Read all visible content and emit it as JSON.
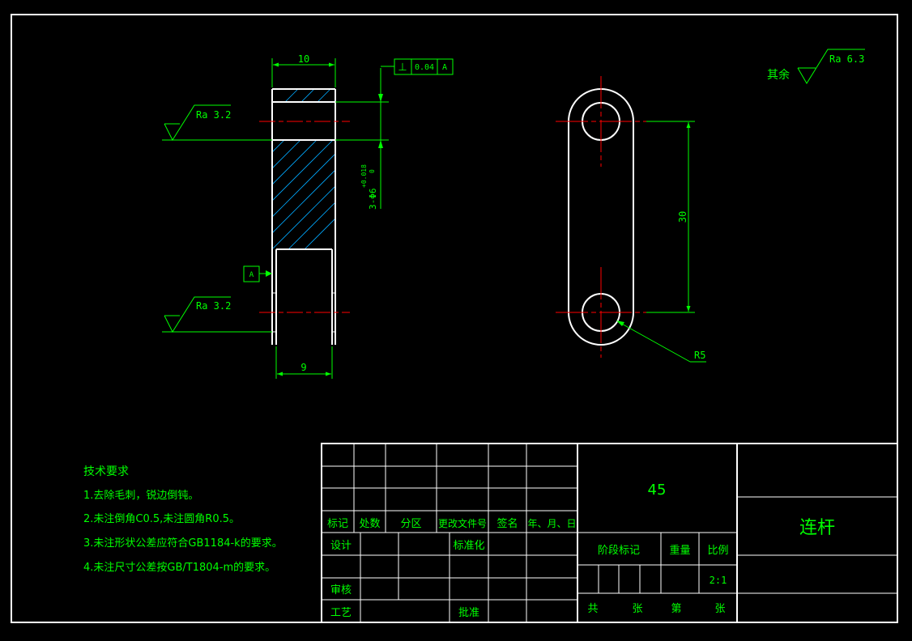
{
  "colors": {
    "background": "#000000",
    "outline": "#ffffff",
    "annotation": "#00ff00",
    "centerline": "#ff0000",
    "hatch": "#00aaff"
  },
  "dimensions": {
    "width_top": "10",
    "width_bottom": "9",
    "hole_dia": "3-Φ6",
    "hole_tol_upper": "+0.018",
    "hole_tol_lower": "0",
    "center_distance": "30",
    "end_radius": "R5"
  },
  "tolerance_frame": {
    "symbol": "⊥",
    "value": "0.04",
    "datum": "A"
  },
  "datum_label": "A",
  "roughness": {
    "left_top": "Ra 3.2",
    "left_bottom": "Ra 3.2",
    "other": "Ra 6.3",
    "other_prefix": "其余"
  },
  "notes": {
    "title": "技术要求",
    "items": [
      "1.去除毛刺，锐边倒钝。",
      "2.未注倒角C0.5,未注圆角R0.5。",
      "3.未注形状公差应符合GB1184-k的要求。",
      "4.未注尺寸公差按GB/T1804-m的要求。"
    ]
  },
  "title_block": {
    "material": "45",
    "part_name": "连杆",
    "revision_headers": [
      "标记",
      "处数",
      "分区",
      "更改文件号",
      "签名",
      "年、月、日"
    ],
    "design": "设计",
    "standardize": "标准化",
    "review": "审核",
    "process": "工艺",
    "approve": "批准",
    "stage_mark": "阶段标记",
    "weight": "重量",
    "scale_label": "比例",
    "scale_value": "2:1",
    "sheets_total": "共",
    "sheets_unit": "张",
    "sheet_no": "第",
    "sheet_unit2": "张"
  }
}
